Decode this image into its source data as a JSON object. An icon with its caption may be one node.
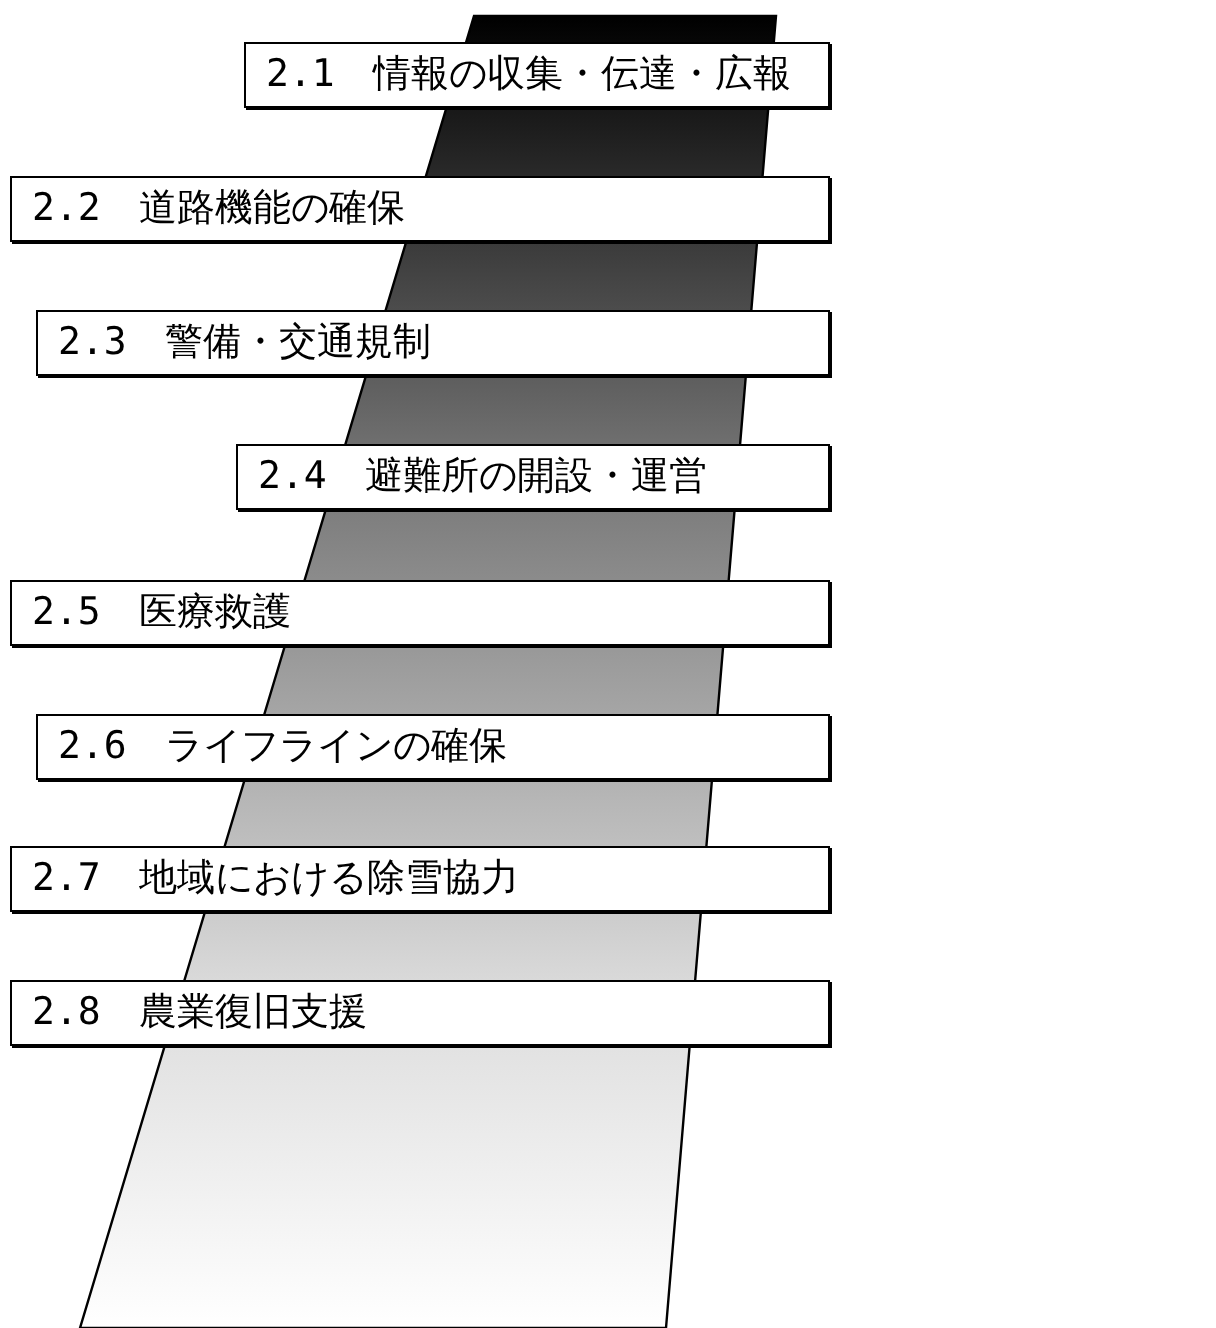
{
  "diagram": {
    "nodes": [
      {
        "text": [
          "2.1　情報の収集・伝達・広報"
        ]
      },
      {
        "text": [
          "2.2　道路機能の確保"
        ]
      },
      {
        "text": [
          "2.3　警備・交通規制"
        ]
      },
      {
        "text": [
          "2.4　避難所の開設・運営"
        ]
      },
      {
        "text": [
          "2.5　医療救護"
        ]
      },
      {
        "text": [
          "2.6　ライフラインの確保"
        ]
      },
      {
        "text": [
          "2.7　地域における除雪協力"
        ]
      },
      {
        "text": [
          "2.8　農業復旧支援"
        ]
      }
    ]
  }
}
